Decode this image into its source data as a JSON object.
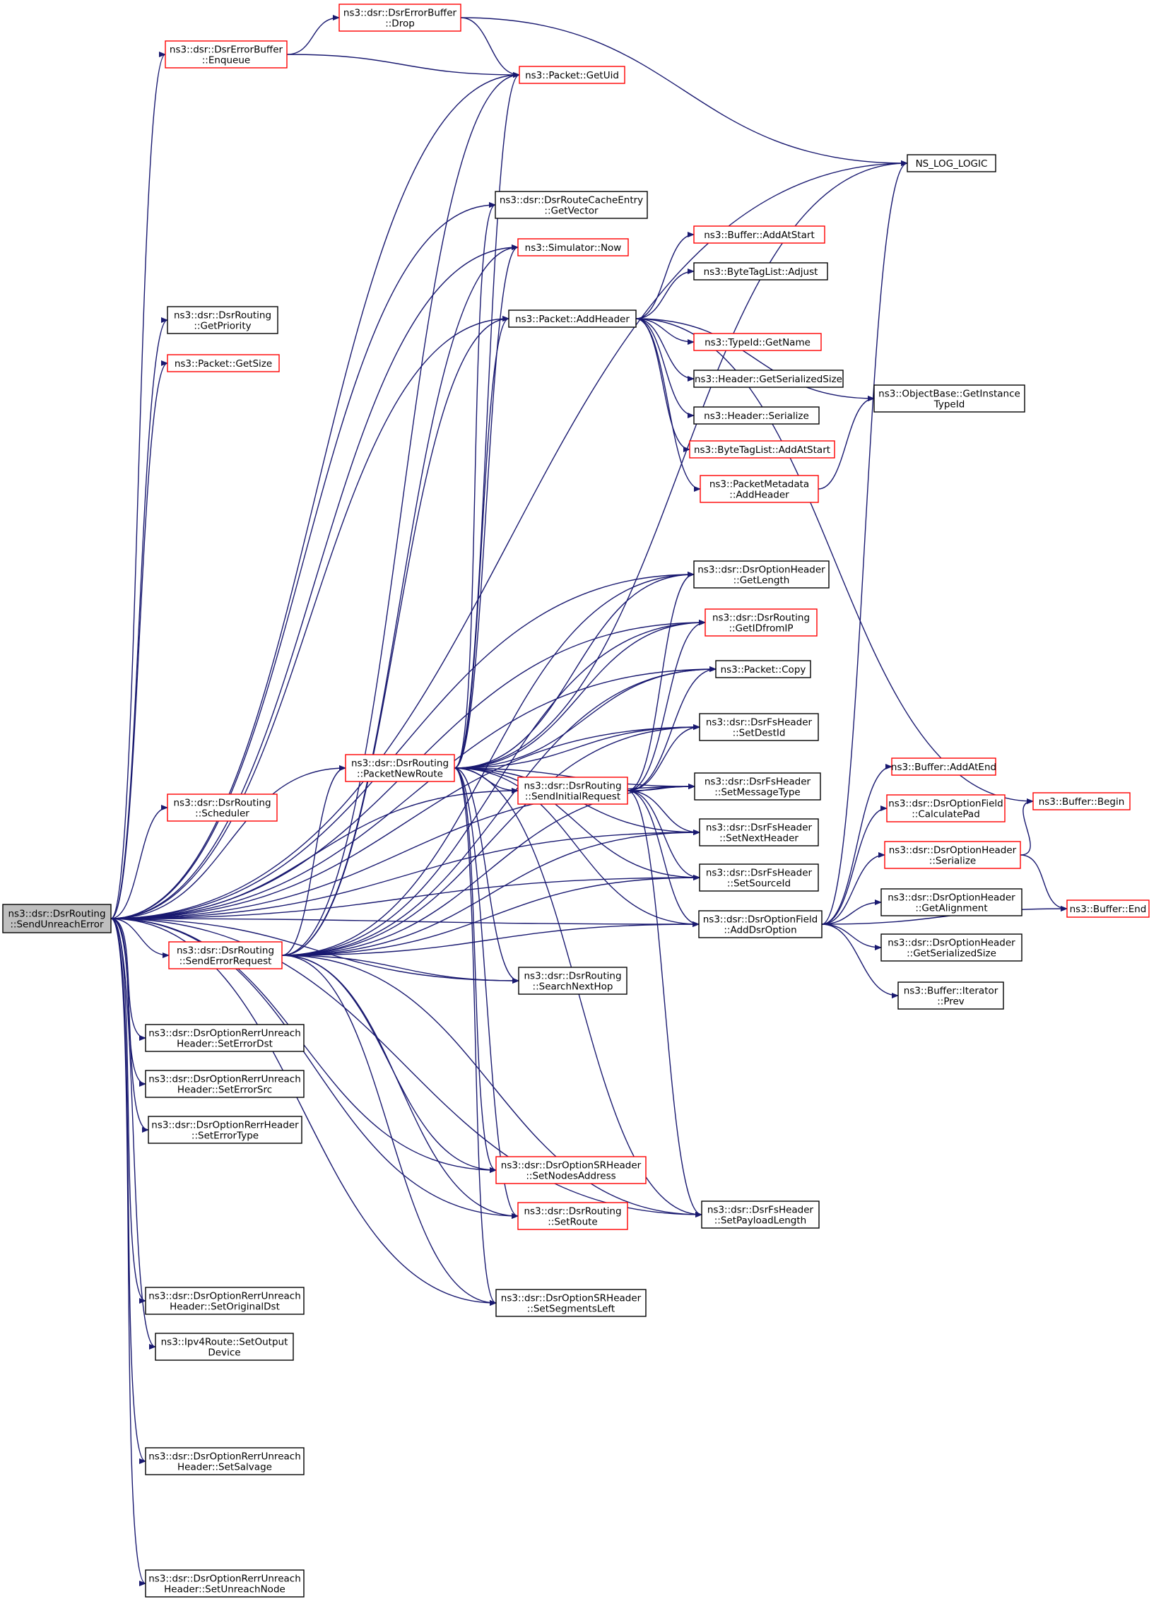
{
  "colors": {
    "edge": "#191970",
    "node_border_default": "#000000",
    "node_border_truncated": "#ff0000",
    "node_fill_root": "#bfbfbf",
    "node_fill": "#ffffff"
  },
  "nodes": [
    {
      "id": "root",
      "lines": [
        "ns3::dsr::DsrRouting",
        "::SendUnreachError"
      ],
      "kind": "root"
    },
    {
      "id": "enqueue",
      "lines": [
        "ns3::dsr::DsrErrorBuffer",
        "::Enqueue"
      ],
      "kind": "truncated"
    },
    {
      "id": "drop",
      "lines": [
        "ns3::dsr::DsrErrorBuffer",
        "::Drop"
      ],
      "kind": "truncated"
    },
    {
      "id": "getuid",
      "lines": [
        "ns3::Packet::GetUid"
      ],
      "kind": "truncated"
    },
    {
      "id": "nslog",
      "lines": [
        "NS_LOG_LOGIC"
      ],
      "kind": "normal"
    },
    {
      "id": "getvector",
      "lines": [
        "ns3::dsr::DsrRouteCacheEntry",
        "::GetVector"
      ],
      "kind": "normal"
    },
    {
      "id": "simnow",
      "lines": [
        "ns3::Simulator::Now"
      ],
      "kind": "truncated"
    },
    {
      "id": "addatstart",
      "lines": [
        "ns3::Buffer::AddAtStart"
      ],
      "kind": "truncated"
    },
    {
      "id": "adjust",
      "lines": [
        "ns3::ByteTagList::Adjust"
      ],
      "kind": "normal"
    },
    {
      "id": "addheader",
      "lines": [
        "ns3::Packet::AddHeader"
      ],
      "kind": "normal"
    },
    {
      "id": "getpriority",
      "lines": [
        "ns3::dsr::DsrRouting",
        "::GetPriority"
      ],
      "kind": "normal"
    },
    {
      "id": "getname",
      "lines": [
        "ns3::TypeId::GetName"
      ],
      "kind": "truncated"
    },
    {
      "id": "getsize",
      "lines": [
        "ns3::Packet::GetSize"
      ],
      "kind": "truncated"
    },
    {
      "id": "getserializedsize",
      "lines": [
        "ns3::Header::GetSerializedSize"
      ],
      "kind": "normal"
    },
    {
      "id": "getinstancetypeid",
      "lines": [
        "ns3::ObjectBase::GetInstance",
        "TypeId"
      ],
      "kind": "normal"
    },
    {
      "id": "hserialize",
      "lines": [
        "ns3::Header::Serialize"
      ],
      "kind": "normal"
    },
    {
      "id": "btladdatstart",
      "lines": [
        "ns3::ByteTagList::AddAtStart"
      ],
      "kind": "truncated"
    },
    {
      "id": "pmaddheader",
      "lines": [
        "ns3::PacketMetadata",
        "::AddHeader"
      ],
      "kind": "truncated"
    },
    {
      "id": "getlength",
      "lines": [
        "ns3::dsr::DsrOptionHeader",
        "::GetLength"
      ],
      "kind": "normal"
    },
    {
      "id": "getidfromip",
      "lines": [
        "ns3::dsr::DsrRouting",
        "::GetIDfromIP"
      ],
      "kind": "truncated"
    },
    {
      "id": "pcopy",
      "lines": [
        "ns3::Packet::Copy"
      ],
      "kind": "normal"
    },
    {
      "id": "setdestid",
      "lines": [
        "ns3::dsr::DsrFsHeader",
        "::SetDestId"
      ],
      "kind": "normal"
    },
    {
      "id": "packetnewroute",
      "lines": [
        "ns3::dsr::DsrRouting",
        "::PacketNewRoute"
      ],
      "kind": "truncated"
    },
    {
      "id": "addatend",
      "lines": [
        "ns3::Buffer::AddAtEnd"
      ],
      "kind": "truncated"
    },
    {
      "id": "sendinitialrequest",
      "lines": [
        "ns3::dsr::DsrRouting",
        "::SendInitialRequest"
      ],
      "kind": "truncated"
    },
    {
      "id": "setmessagetype",
      "lines": [
        "ns3::dsr::DsrFsHeader",
        "::SetMessageType"
      ],
      "kind": "normal"
    },
    {
      "id": "bufbegin",
      "lines": [
        "ns3::Buffer::Begin"
      ],
      "kind": "truncated"
    },
    {
      "id": "calculatepad",
      "lines": [
        "ns3::dsr::DsrOptionField",
        "::CalculatePad"
      ],
      "kind": "truncated"
    },
    {
      "id": "scheduler",
      "lines": [
        "ns3::dsr::DsrRouting",
        "::Scheduler"
      ],
      "kind": "truncated"
    },
    {
      "id": "setnextheader",
      "lines": [
        "ns3::dsr::DsrFsHeader",
        "::SetNextHeader"
      ],
      "kind": "normal"
    },
    {
      "id": "ohserialize",
      "lines": [
        "ns3::dsr::DsrOptionHeader",
        "::Serialize"
      ],
      "kind": "truncated"
    },
    {
      "id": "setsourceid",
      "lines": [
        "ns3::dsr::DsrFsHeader",
        "::SetSourceId"
      ],
      "kind": "normal"
    },
    {
      "id": "getalignment",
      "lines": [
        "ns3::dsr::DsrOptionHeader",
        "::GetAlignment"
      ],
      "kind": "normal"
    },
    {
      "id": "bufend",
      "lines": [
        "ns3::Buffer::End"
      ],
      "kind": "truncated"
    },
    {
      "id": "adddsroption",
      "lines": [
        "ns3::dsr::DsrOptionField",
        "::AddDsrOption"
      ],
      "kind": "normal"
    },
    {
      "id": "senderrorrequest",
      "lines": [
        "ns3::dsr::DsrRouting",
        "::SendErrorRequest"
      ],
      "kind": "truncated"
    },
    {
      "id": "ohgetserializedsize",
      "lines": [
        "ns3::dsr::DsrOptionHeader",
        "::GetSerializedSize"
      ],
      "kind": "normal"
    },
    {
      "id": "searchnexthop",
      "lines": [
        "ns3::dsr::DsrRouting",
        "::SearchNextHop"
      ],
      "kind": "normal"
    },
    {
      "id": "iterprev",
      "lines": [
        "ns3::Buffer::Iterator",
        "::Prev"
      ],
      "kind": "normal"
    },
    {
      "id": "seterrordst",
      "lines": [
        "ns3::dsr::DsrOptionRerrUnreach",
        "Header::SetErrorDst"
      ],
      "kind": "normal"
    },
    {
      "id": "seterrorsrc",
      "lines": [
        "ns3::dsr::DsrOptionRerrUnreach",
        "Header::SetErrorSrc"
      ],
      "kind": "normal"
    },
    {
      "id": "seterrortype",
      "lines": [
        "ns3::dsr::DsrOptionRerrHeader",
        "::SetErrorType"
      ],
      "kind": "normal"
    },
    {
      "id": "setnodesaddress",
      "lines": [
        "ns3::dsr::DsrOptionSRHeader",
        "::SetNodesAddress"
      ],
      "kind": "truncated"
    },
    {
      "id": "setroute",
      "lines": [
        "ns3::dsr::DsrRouting",
        "::SetRoute"
      ],
      "kind": "truncated"
    },
    {
      "id": "setpayloadlength",
      "lines": [
        "ns3::dsr::DsrFsHeader",
        "::SetPayloadLength"
      ],
      "kind": "normal"
    },
    {
      "id": "setoriginaldst",
      "lines": [
        "ns3::dsr::DsrOptionRerrUnreach",
        "Header::SetOriginalDst"
      ],
      "kind": "normal"
    },
    {
      "id": "setsegmentsleft",
      "lines": [
        "ns3::dsr::DsrOptionSRHeader",
        "::SetSegmentsLeft"
      ],
      "kind": "normal"
    },
    {
      "id": "setoutputdevice",
      "lines": [
        "ns3::Ipv4Route::SetOutput",
        "Device"
      ],
      "kind": "normal"
    },
    {
      "id": "setsalvage",
      "lines": [
        "ns3::dsr::DsrOptionRerrUnreach",
        "Header::SetSalvage"
      ],
      "kind": "normal"
    },
    {
      "id": "setunreachnode",
      "lines": [
        "ns3::dsr::DsrOptionRerrUnreach",
        "Header::SetUnreachNode"
      ],
      "kind": "normal"
    }
  ],
  "edges": [
    [
      "root",
      "enqueue"
    ],
    [
      "root",
      "getuid"
    ],
    [
      "root",
      "nslog"
    ],
    [
      "root",
      "getvector"
    ],
    [
      "root",
      "simnow"
    ],
    [
      "root",
      "addheader"
    ],
    [
      "root",
      "getpriority"
    ],
    [
      "root",
      "getsize"
    ],
    [
      "root",
      "getlength"
    ],
    [
      "root",
      "getidfromip"
    ],
    [
      "root",
      "pcopy"
    ],
    [
      "root",
      "setdestid"
    ],
    [
      "root",
      "packetnewroute"
    ],
    [
      "root",
      "sendinitialrequest"
    ],
    [
      "root",
      "scheduler"
    ],
    [
      "root",
      "senderrorrequest"
    ],
    [
      "root",
      "searchnexthop"
    ],
    [
      "root",
      "seterrordst"
    ],
    [
      "root",
      "seterrorsrc"
    ],
    [
      "root",
      "seterrortype"
    ],
    [
      "root",
      "setnodesaddress"
    ],
    [
      "root",
      "setroute"
    ],
    [
      "root",
      "setpayloadlength"
    ],
    [
      "root",
      "setoriginaldst"
    ],
    [
      "root",
      "setsegmentsleft"
    ],
    [
      "root",
      "setoutputdevice"
    ],
    [
      "root",
      "setsalvage"
    ],
    [
      "root",
      "setunreachnode"
    ],
    [
      "root",
      "setmessagetype"
    ],
    [
      "root",
      "setnextheader"
    ],
    [
      "root",
      "setsourceid"
    ],
    [
      "root",
      "adddsroption"
    ],
    [
      "enqueue",
      "drop"
    ],
    [
      "enqueue",
      "getuid"
    ],
    [
      "drop",
      "getuid"
    ],
    [
      "drop",
      "nslog"
    ],
    [
      "addheader",
      "addatstart"
    ],
    [
      "addheader",
      "adjust"
    ],
    [
      "addheader",
      "getname"
    ],
    [
      "addheader",
      "getserializedsize"
    ],
    [
      "addheader",
      "getinstancetypeid"
    ],
    [
      "addheader",
      "hserialize"
    ],
    [
      "addheader",
      "btladdatstart"
    ],
    [
      "addheader",
      "pmaddheader"
    ],
    [
      "addheader",
      "bufbegin"
    ],
    [
      "pmaddheader",
      "getinstancetypeid"
    ],
    [
      "packetnewroute",
      "getuid"
    ],
    [
      "packetnewroute",
      "nslog"
    ],
    [
      "packetnewroute",
      "getvector"
    ],
    [
      "packetnewroute",
      "simnow"
    ],
    [
      "packetnewroute",
      "addheader"
    ],
    [
      "packetnewroute",
      "getlength"
    ],
    [
      "packetnewroute",
      "getidfromip"
    ],
    [
      "packetnewroute",
      "pcopy"
    ],
    [
      "packetnewroute",
      "setdestid"
    ],
    [
      "packetnewroute",
      "sendinitialrequest"
    ],
    [
      "packetnewroute",
      "setmessagetype"
    ],
    [
      "packetnewroute",
      "setnextheader"
    ],
    [
      "packetnewroute",
      "setsourceid"
    ],
    [
      "packetnewroute",
      "adddsroption"
    ],
    [
      "packetnewroute",
      "searchnexthop"
    ],
    [
      "packetnewroute",
      "setnodesaddress"
    ],
    [
      "packetnewroute",
      "setroute"
    ],
    [
      "packetnewroute",
      "setpayloadlength"
    ],
    [
      "packetnewroute",
      "setsegmentsleft"
    ],
    [
      "sendinitialrequest",
      "getlength"
    ],
    [
      "sendinitialrequest",
      "getidfromip"
    ],
    [
      "sendinitialrequest",
      "pcopy"
    ],
    [
      "sendinitialrequest",
      "setdestid"
    ],
    [
      "sendinitialrequest",
      "setmessagetype"
    ],
    [
      "sendinitialrequest",
      "setnextheader"
    ],
    [
      "sendinitialrequest",
      "setsourceid"
    ],
    [
      "sendinitialrequest",
      "adddsroption"
    ],
    [
      "sendinitialrequest",
      "setpayloadlength"
    ],
    [
      "senderrorrequest",
      "getlength"
    ],
    [
      "senderrorrequest",
      "getidfromip"
    ],
    [
      "senderrorrequest",
      "pcopy"
    ],
    [
      "senderrorrequest",
      "packetnewroute"
    ],
    [
      "senderrorrequest",
      "addheader"
    ],
    [
      "senderrorrequest",
      "simnow"
    ],
    [
      "senderrorrequest",
      "getuid"
    ],
    [
      "senderrorrequest",
      "searchnexthop"
    ],
    [
      "senderrorrequest",
      "setnodesaddress"
    ],
    [
      "senderrorrequest",
      "setroute"
    ],
    [
      "senderrorrequest",
      "setsegmentsleft"
    ],
    [
      "senderrorrequest",
      "setdestid"
    ],
    [
      "senderrorrequest",
      "setmessagetype"
    ],
    [
      "senderrorrequest",
      "setnextheader"
    ],
    [
      "senderrorrequest",
      "setsourceid"
    ],
    [
      "senderrorrequest",
      "adddsroption"
    ],
    [
      "senderrorrequest",
      "setpayloadlength"
    ],
    [
      "adddsroption",
      "nslog"
    ],
    [
      "adddsroption",
      "addatend"
    ],
    [
      "adddsroption",
      "calculatepad"
    ],
    [
      "adddsroption",
      "ohserialize"
    ],
    [
      "adddsroption",
      "getalignment"
    ],
    [
      "adddsroption",
      "ohgetserializedsize"
    ],
    [
      "adddsroption",
      "iterprev"
    ],
    [
      "adddsroption",
      "bufend"
    ],
    [
      "ohserialize",
      "bufbegin"
    ],
    [
      "ohserialize",
      "bufend"
    ]
  ]
}
